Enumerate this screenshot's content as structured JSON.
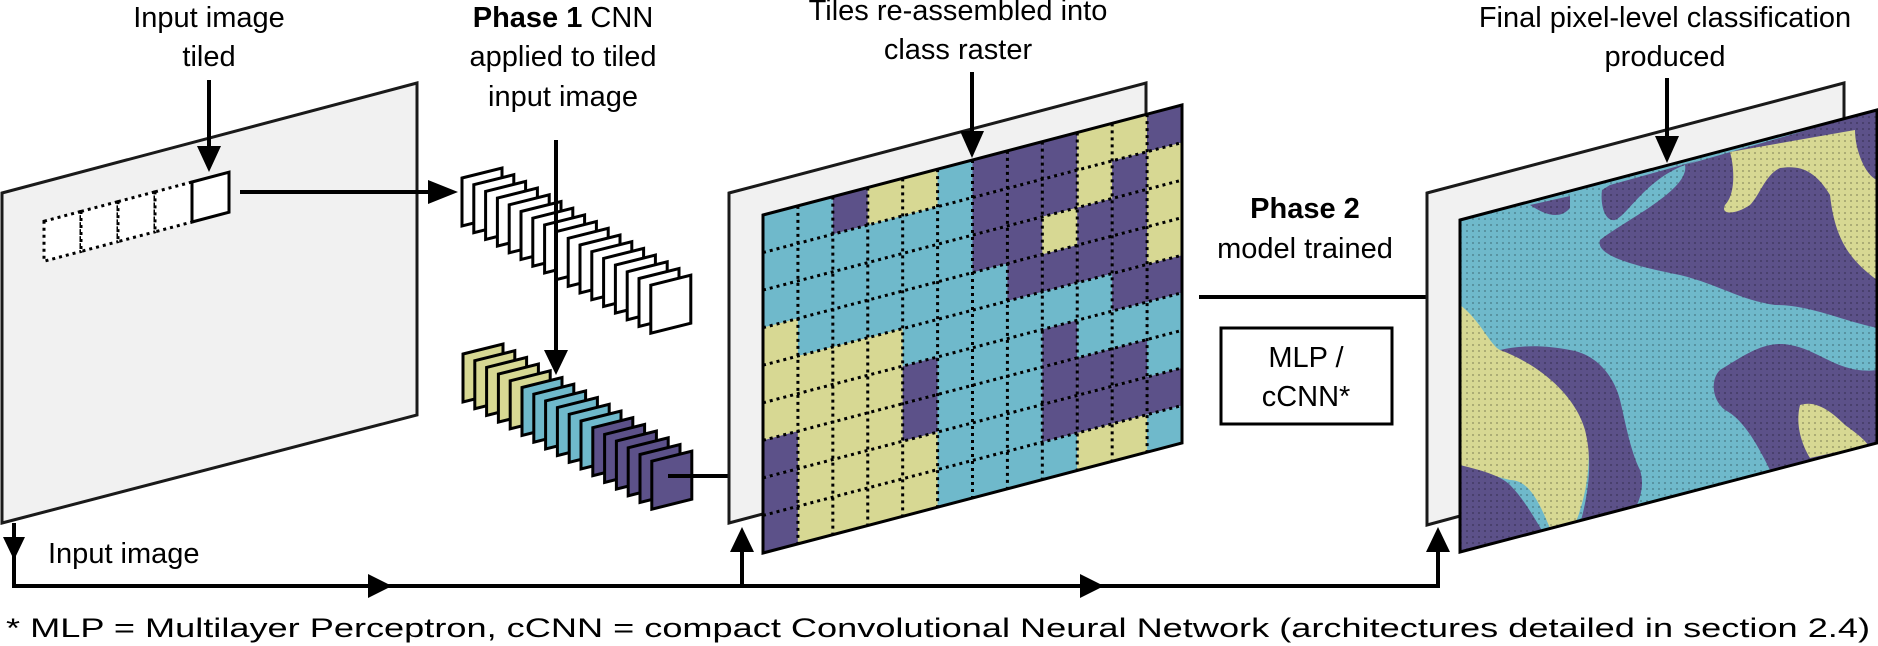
{
  "colors": {
    "class_a": "#d7d893",
    "class_b": "#6fb9cb",
    "class_c": "#5c5189",
    "panel": "#f1f1f1",
    "tile": "#ffffff"
  },
  "labels": {
    "input_tiled": [
      "Input image",
      "tiled"
    ],
    "phase1": {
      "bold": "Phase 1",
      "rest": " CNN",
      "line2": "applied to tiled",
      "line3": "input image"
    },
    "reassembled": [
      "Tiles re-assembled into",
      "class raster"
    ],
    "phase2": {
      "bold": "Phase 2",
      "line2": "model trained"
    },
    "model_box": [
      "MLP /",
      "cCNN*"
    ],
    "final": [
      "Final pixel-level classification",
      "produced"
    ],
    "input_image": "Input image",
    "footnote": "* MLP = Multilayer Perceptron, cCNN = compact Convolutional Neural Network (architectures detailed in section 2.4)"
  },
  "input_tiles": {
    "dotted_count": 4,
    "solid_count": 1
  },
  "cnn_input_stack": {
    "count": 17
  },
  "cnn_output_stack": {
    "classes": [
      "a",
      "a",
      "a",
      "a",
      "a",
      "b",
      "b",
      "b",
      "b",
      "b",
      "b",
      "c",
      "c",
      "c",
      "c",
      "c",
      "c"
    ]
  },
  "class_raster": {
    "rows": 9,
    "cols": 12,
    "columns": [
      [
        "b",
        "b",
        "b",
        "a",
        "a",
        "a",
        "c",
        "c",
        "c"
      ],
      [
        "b",
        "b",
        "b",
        "b",
        "a",
        "a",
        "a",
        "a",
        "a"
      ],
      [
        "c",
        "b",
        "b",
        "b",
        "a",
        "a",
        "a",
        "a",
        "a"
      ],
      [
        "a",
        "b",
        "b",
        "b",
        "a",
        "a",
        "a",
        "a",
        "a"
      ],
      [
        "a",
        "b",
        "b",
        "b",
        "b",
        "c",
        "c",
        "a",
        "a"
      ],
      [
        "b",
        "b",
        "b",
        "b",
        "b",
        "b",
        "b",
        "b",
        "b"
      ],
      [
        "c",
        "c",
        "c",
        "b",
        "b",
        "b",
        "b",
        "b",
        "b"
      ],
      [
        "c",
        "c",
        "c",
        "c",
        "b",
        "b",
        "b",
        "b",
        "b"
      ],
      [
        "c",
        "c",
        "a",
        "c",
        "b",
        "c",
        "c",
        "c",
        "b"
      ],
      [
        "a",
        "a",
        "c",
        "c",
        "b",
        "b",
        "c",
        "c",
        "a"
      ],
      [
        "a",
        "c",
        "c",
        "c",
        "c",
        "b",
        "c",
        "c",
        "a"
      ],
      [
        "c",
        "a",
        "a",
        "a",
        "c",
        "b",
        "b",
        "c",
        "b"
      ]
    ]
  }
}
